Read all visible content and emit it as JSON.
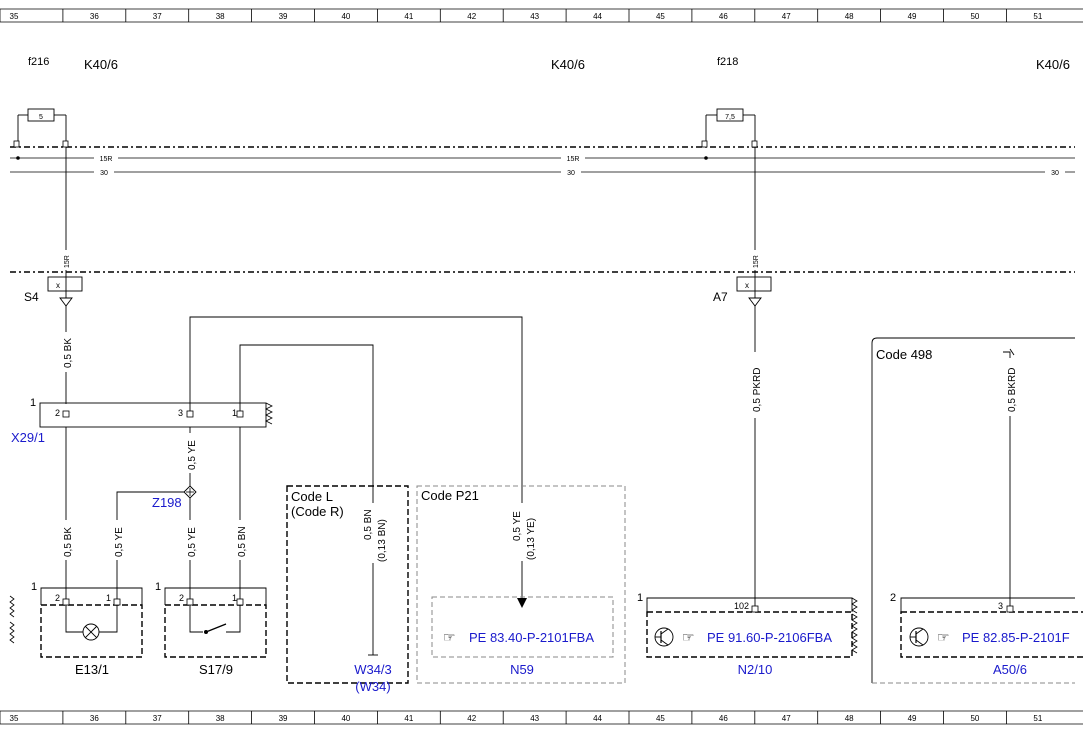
{
  "grid": {
    "columns": [
      "35",
      "36",
      "37",
      "38",
      "39",
      "40",
      "41",
      "42",
      "43",
      "44",
      "45",
      "46",
      "47",
      "48",
      "49",
      "50",
      "51"
    ]
  },
  "header_labels": {
    "fuse_left": "f216",
    "relay_left": "K40/6",
    "relay_center": "K40/6",
    "fuse_right": "f218",
    "relay_right": "K40/6"
  },
  "fuses": {
    "left_rating": "5",
    "right_rating": "7,5"
  },
  "bus": {
    "line_15r_left": "15R",
    "line_15r_center": "15R",
    "line_30_left": "30",
    "line_30_center": "30",
    "line_30_right": "30"
  },
  "splices": {
    "s4": "S4",
    "s4_wire": "15R",
    "a7": "A7",
    "a7_wire": "15R",
    "x_mark": "x"
  },
  "wires": {
    "s4_down": "0,5 BK",
    "x29_pin3_down": "0,5 YE",
    "e13_pin2": "0,5 BK",
    "e13_pin1": "0,5 YE",
    "s17_pin2": "0,5 YE",
    "s17_pin1": "0,5 BN",
    "w34_main": "0,5 BN",
    "w34_alt": "(0,13 BN)",
    "n59_main": "0,5 YE",
    "n59_alt": "(0,13 YE)",
    "a7_down": "0,5 PKRD",
    "a50_down": "0,5 BKRD"
  },
  "connectors": {
    "x29": "X29/1",
    "x29_pin_count": "1",
    "x29_pin2": "2",
    "x29_pin3": "3",
    "x29_pin1": "1",
    "z198": "Z198"
  },
  "codes": {
    "code_l": "Code L",
    "code_r": "(Code R)",
    "code_p21": "Code P21",
    "code_498": "Code 498"
  },
  "components": {
    "e13": {
      "label": "E13/1",
      "corner": "1",
      "pin_a": "2",
      "pin_b": "1"
    },
    "s17": {
      "label": "S17/9",
      "corner": "1",
      "pin_a": "2",
      "pin_b": "1"
    },
    "w34": {
      "label": "W34/3",
      "alt": "(W34)"
    },
    "n59": {
      "label": "N59",
      "ref": "PE 83.40-P-2101FBA"
    },
    "n2": {
      "label": "N2/10",
      "ref": "PE 91.60-P-2106FBA",
      "corner": "1",
      "pin": "102"
    },
    "a50": {
      "label": "A50/6",
      "ref": "PE 82.85-P-2101F",
      "corner": "2",
      "pin": "3"
    }
  },
  "colors": {
    "line": "#000000",
    "link": "#1a1acc",
    "dashed_box": "#777777"
  },
  "icons": {
    "reference": "pointing-hand-icon",
    "transistor": "transistor-icon",
    "lamp": "lamp-icon"
  }
}
